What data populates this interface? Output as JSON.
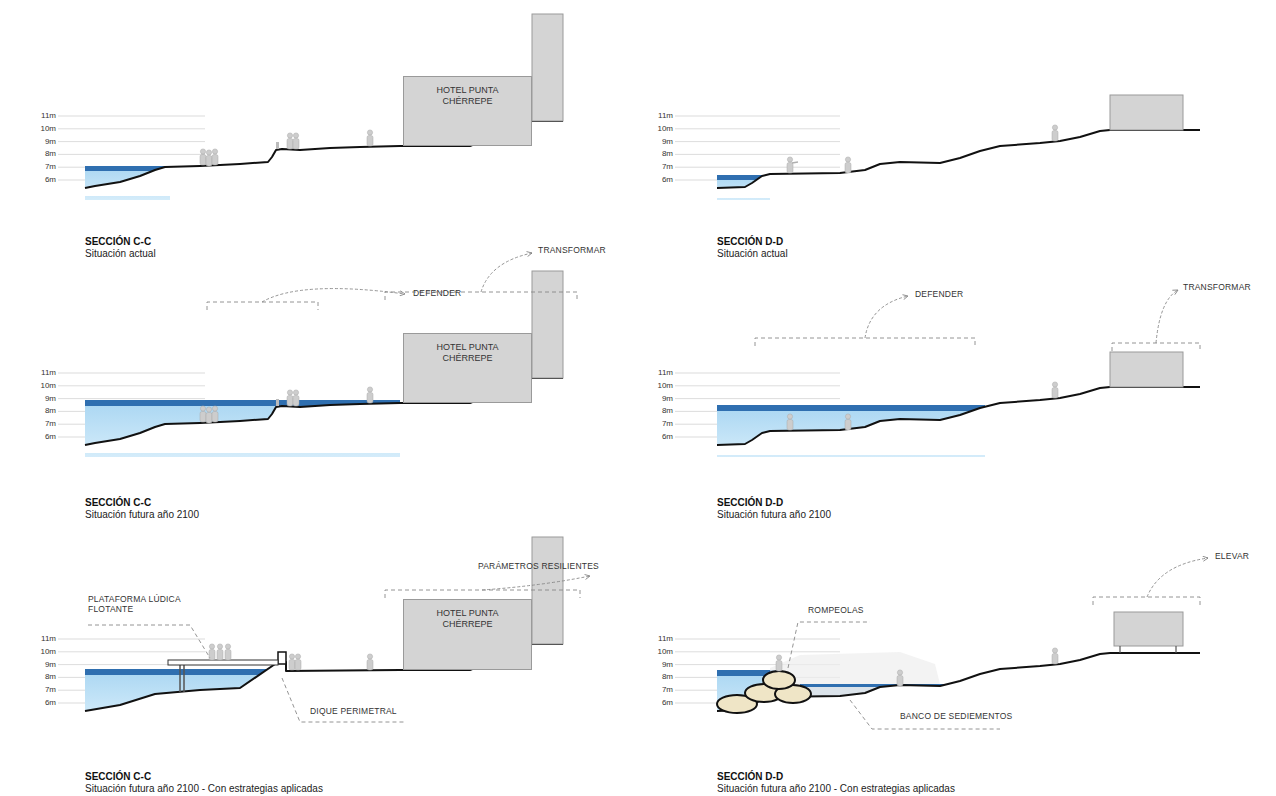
{
  "diagram": {
    "nodes": [
      {
        "text": [
          "HOTEL PUNTA CHÉRREPE"
        ]
      },
      {
        "text": [
          "HOTEL PUNTA CHÉRREPE"
        ]
      },
      {
        "text": [
          "HOTEL PUNTA CHÉRREPE"
        ]
      }
    ],
    "labels": [
      "11m",
      "10m",
      "9m",
      "8m",
      "7m",
      "6m",
      "SECCIÓN C-C",
      "Situación actual",
      "11m",
      "10m",
      "9m",
      "8m",
      "7m",
      "6m",
      "SECCIÓN D-D",
      "Situación actual",
      "11m",
      "10m",
      "9m",
      "8m",
      "7m",
      "6m",
      "SECCIÓN C-C",
      "Situación futura año 2100",
      "DEFENDER",
      "TRANSFORMAR",
      "11m",
      "10m",
      "9m",
      "8m",
      "7m",
      "6m",
      "SECCIÓN D-D",
      "Situación futura año 2100",
      "DEFENDER",
      "TRANSFORMAR",
      "11m",
      "10m",
      "9m",
      "8m",
      "7m",
      "6m",
      "SECCIÓN C-C",
      "Situación futura año 2100 - Con estrategias aplicadas",
      "PARÁMETROS RESILIENTES",
      "PLATAFORMA LÚDICA FLOTANTE",
      "DIQUE PERIMETRAL",
      "11m",
      "10m",
      "9m",
      "8m",
      "7m",
      "6m",
      "SECCIÓN D-D",
      "Situación futura año 2100 - Con estrategias aplicadas",
      "ELEVAR",
      "ROMPEOLAS",
      "BANCO DE SEDIEMENTOS"
    ]
  }
}
